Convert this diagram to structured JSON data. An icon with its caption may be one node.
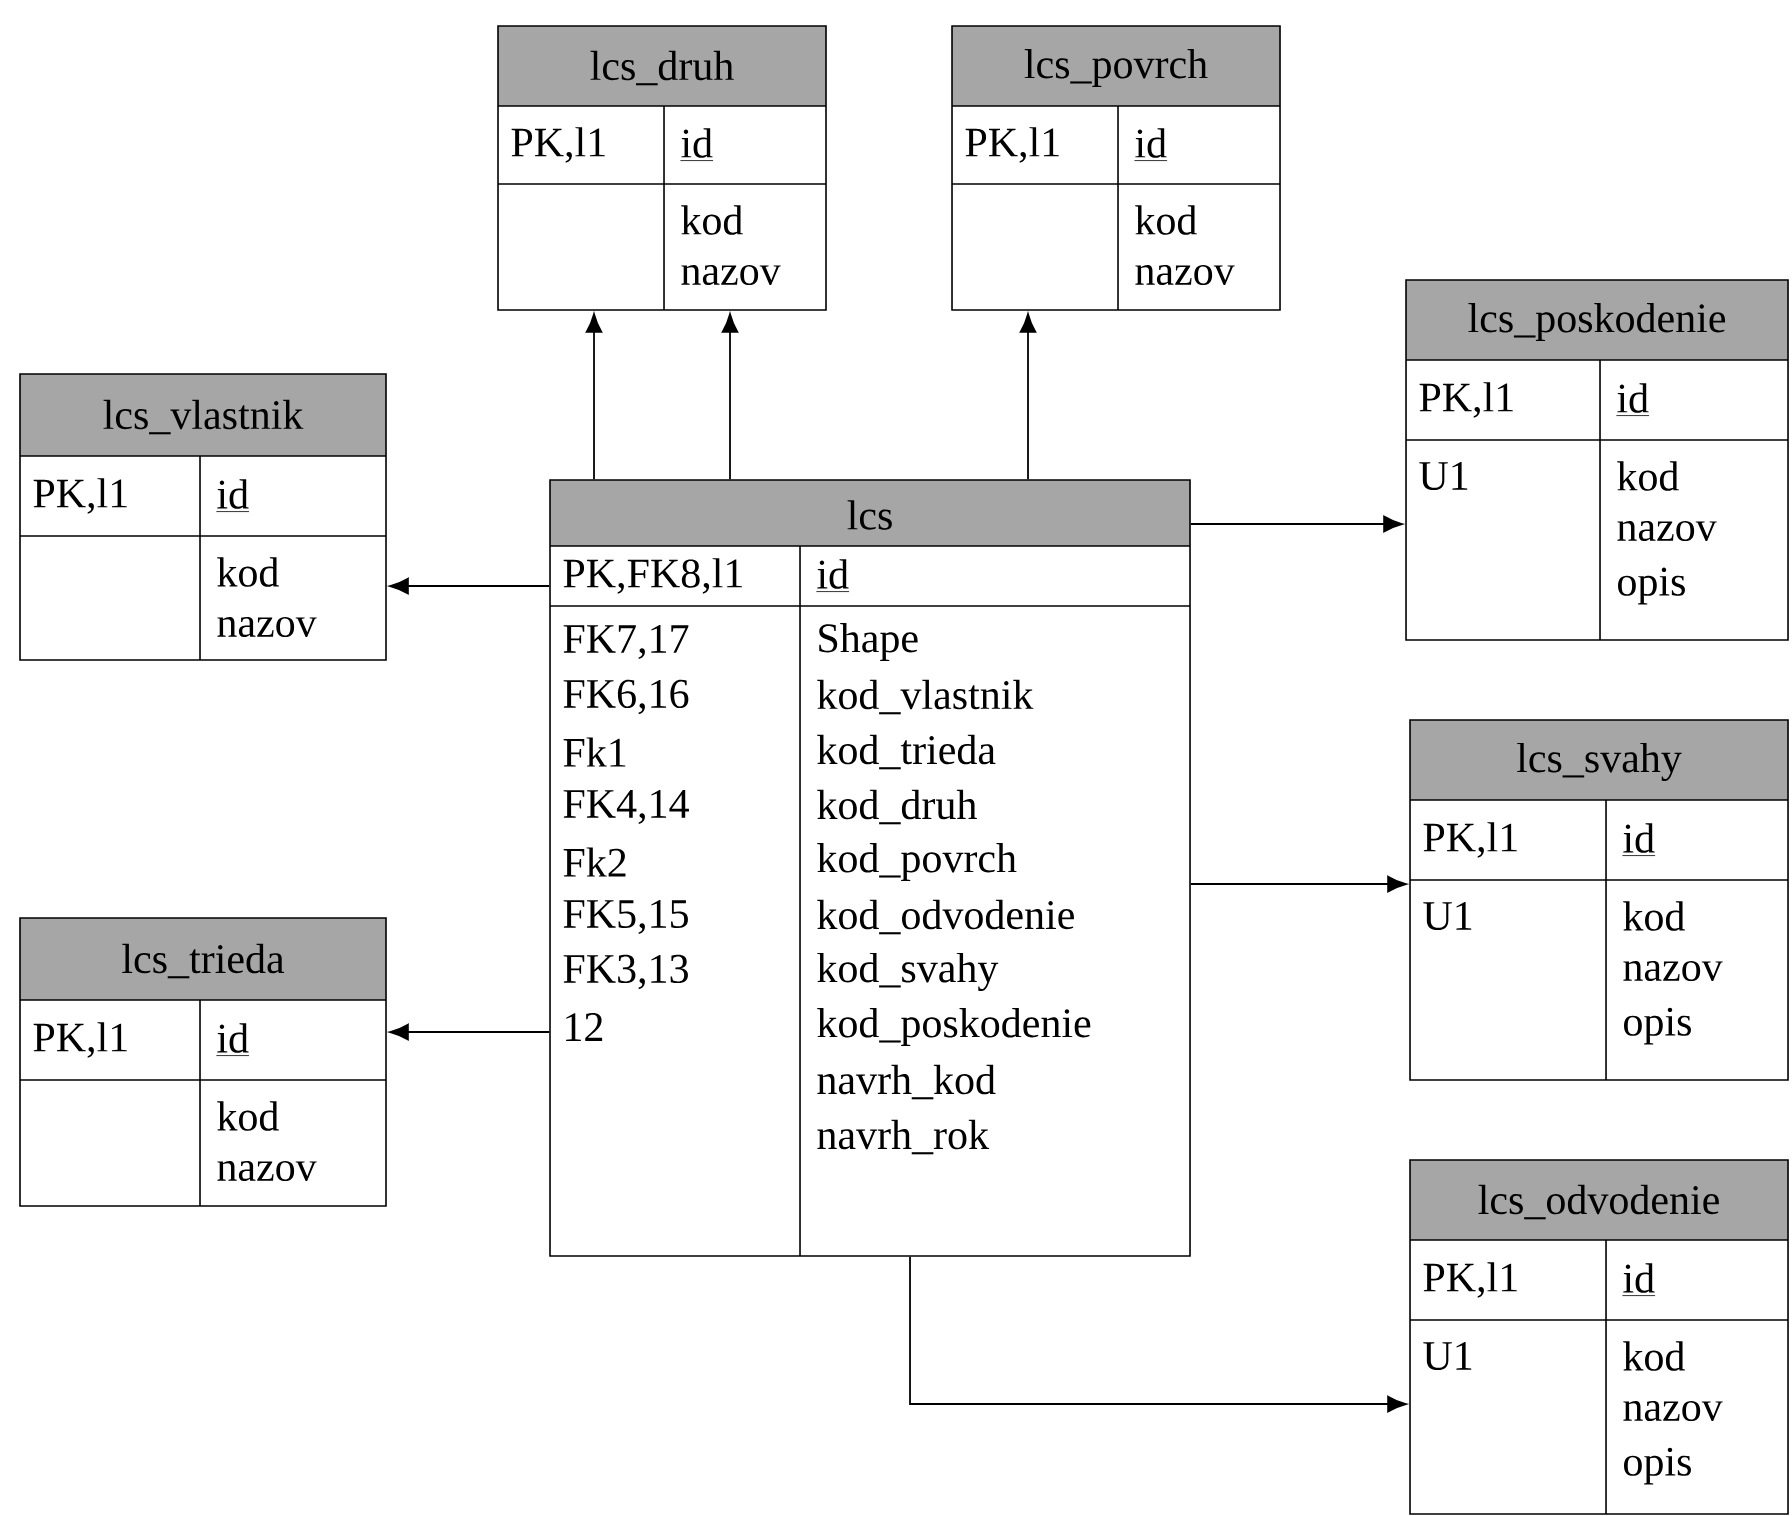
{
  "diagram": {
    "nodes": [
      {
        "text": [
          "lcs_druh",
          "PK,l1",
          "id",
          "kod",
          "nazov"
        ]
      },
      {
        "text": [
          "lcs_povrch",
          "PK,l1",
          "id",
          "kod",
          "nazov"
        ]
      },
      {
        "text": [
          "lcs_poskodenie",
          "PK,l1",
          "id",
          "U1",
          "kod",
          "nazov",
          "opis"
        ]
      },
      {
        "text": [
          "lcs_vlastnik",
          "PK,l1",
          "id",
          "kod",
          "nazov"
        ]
      },
      {
        "text": [
          "lcs",
          "PK,FK8,l1",
          "id",
          "FK7,17",
          "FK6,16",
          "Fk1",
          "FK4,14",
          "Fk2",
          "FK5,15",
          "FK3,13",
          "12",
          "Shape",
          "kod_vlastnik",
          "kod_trieda",
          "kod_druh",
          "kod_povrch",
          "kod_odvodenie",
          "kod_svahy",
          "kod_poskodenie",
          "navrh_kod",
          "navrh_rok"
        ]
      },
      {
        "text": [
          "lcs_svahy",
          "PK,l1",
          "id",
          "U1",
          "kod",
          "nazov",
          "opis"
        ]
      },
      {
        "text": [
          "lcs_trieda",
          "PK,l1",
          "id",
          "kod",
          "nazov"
        ]
      },
      {
        "text": [
          "lcs_odvodenie",
          "PK,l1",
          "id",
          "U1",
          "kod",
          "nazov",
          "opis"
        ]
      }
    ],
    "edges": [
      {
        "from": 4,
        "to": 0,
        "arrow": "to"
      },
      {
        "from": 4,
        "to": 0,
        "arrow": "to"
      },
      {
        "from": 4,
        "to": 1,
        "arrow": "to"
      },
      {
        "from": 4,
        "to": 2,
        "arrow": "to"
      },
      {
        "from": 4,
        "to": 3,
        "arrow": "to"
      },
      {
        "from": 4,
        "to": 5,
        "arrow": "to"
      },
      {
        "from": 4,
        "to": 6,
        "arrow": "to"
      },
      {
        "from": 4,
        "to": 7,
        "arrow": "to"
      }
    ]
  }
}
